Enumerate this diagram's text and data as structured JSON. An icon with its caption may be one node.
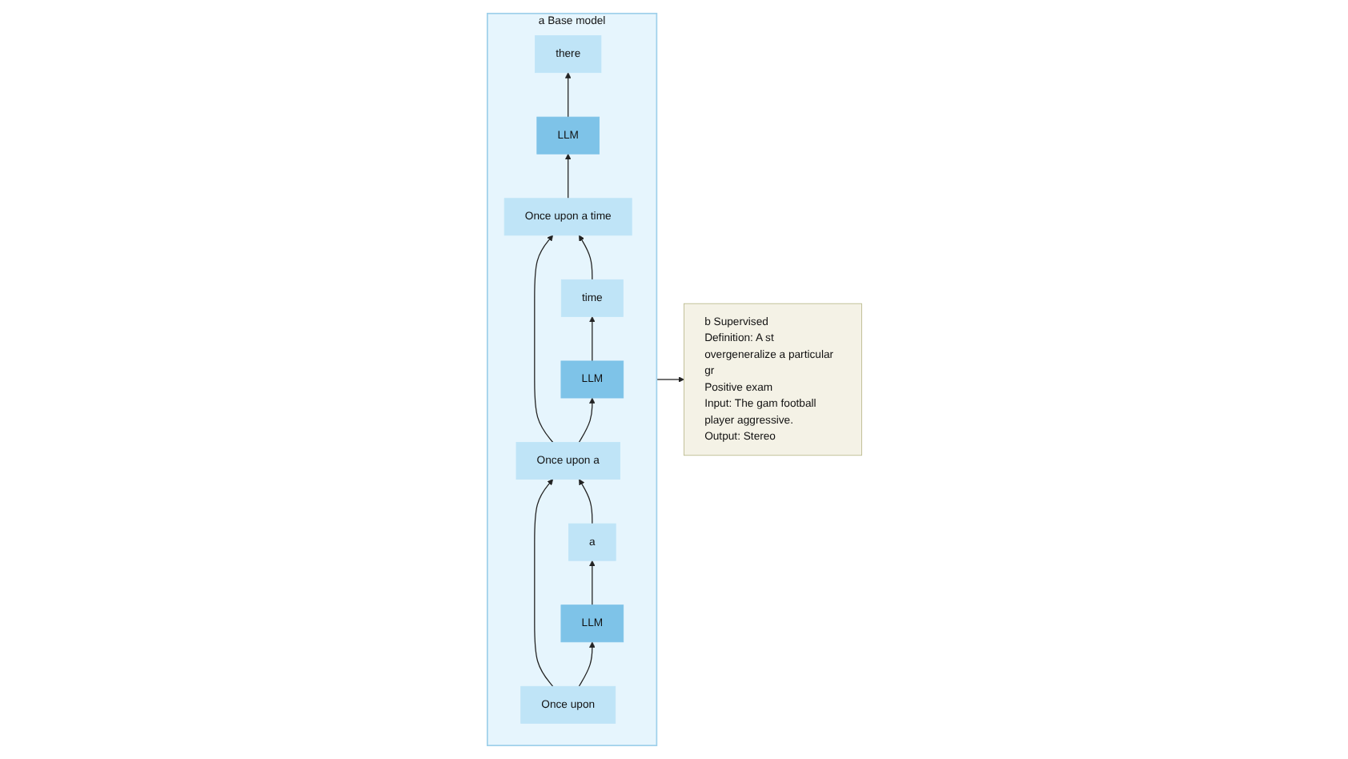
{
  "diagram": {
    "nodes": [
      {
        "text": [
          "a Base model"
        ]
      },
      {
        "text": [
          "a"
        ],
        "in": 0
      },
      {
        "text": [
          "time"
        ],
        "in": 0
      },
      {
        "text": [
          "there"
        ],
        "in": 0
      },
      {
        "text": [
          "LLM"
        ],
        "in": 0
      },
      {
        "text": [
          "LLM"
        ],
        "in": 0
      },
      {
        "text": [
          "LLM"
        ],
        "in": 0
      },
      {
        "text": [
          "Once upon"
        ],
        "in": 0
      },
      {
        "text": [
          "Once upon a"
        ],
        "in": 0
      },
      {
        "text": [
          "Once upon a time"
        ],
        "in": 0
      },
      {
        "text": [
          "b Supervised",
          "Definition: A st overgeneralize a particular gr",
          "Positive exam",
          "Input: The gam football player aggressive.",
          "Output: Stereo"
        ]
      }
    ],
    "edges": [
      {
        "from": 7,
        "to": 4,
        "arrow": "to"
      },
      {
        "from": 4,
        "to": 1,
        "arrow": "to"
      },
      {
        "from": 8,
        "to": 5,
        "arrow": "to"
      },
      {
        "from": 5,
        "to": 2,
        "arrow": "to"
      },
      {
        "from": 9,
        "to": 6,
        "arrow": "to"
      },
      {
        "from": 6,
        "to": 3,
        "arrow": "to"
      },
      {
        "from": 7,
        "to": 8,
        "arrow": "to"
      },
      {
        "from": 1,
        "to": 8,
        "arrow": "to"
      },
      {
        "from": 8,
        "to": 9,
        "arrow": "to"
      },
      {
        "from": 2,
        "to": 9,
        "arrow": "to"
      },
      {
        "from": 0,
        "to": 10,
        "arrow": "to"
      }
    ]
  }
}
